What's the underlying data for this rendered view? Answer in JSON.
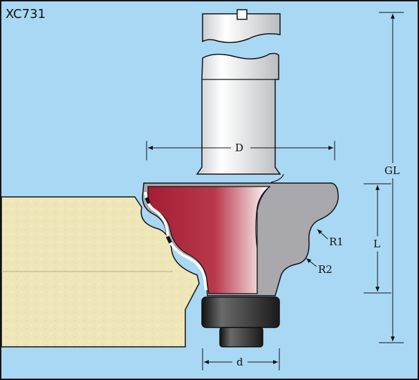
{
  "product_code": "XC731",
  "labels": {
    "D": "D",
    "GL": "GL",
    "L": "L",
    "R1": "R1",
    "R2": "R2",
    "d": "d"
  },
  "colors": {
    "background": "#a9d8f5",
    "cutter": "#b0253a",
    "body": "#a9a9ad",
    "wood": "#efe6b8",
    "bearing": "#1e1e1e"
  }
}
